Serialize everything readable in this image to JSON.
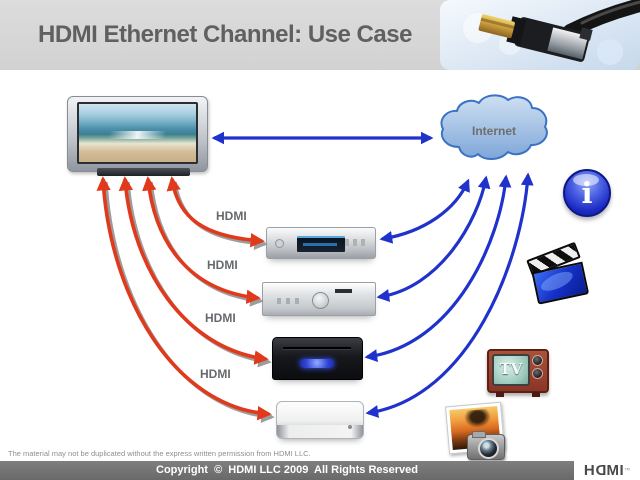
{
  "header": {
    "title": "HDMI Ethernet Channel: Use Case",
    "image": "hdmi-cable-connector-photo"
  },
  "diagram": {
    "internet_label": "Internet",
    "hdmi_labels": [
      "HDMI",
      "HDMI",
      "HDMI",
      "HDMI"
    ],
    "retro_tv_label": "TV",
    "info_glyph": "i",
    "device_icons": [
      "flat-panel-tv",
      "disc-player",
      "av-receiver",
      "game-console",
      "media-box"
    ],
    "content_icons": [
      "info-icon",
      "movie-clapper-icon",
      "retro-tv-icon",
      "photo-camera-icon"
    ],
    "colors": {
      "hdmi_arrow": "#e0391b",
      "hdmi_arrow_shadow": "#8c8c8c",
      "ethernet_arrow": "#1f32cc",
      "cloud_fill_top": "#c6d9ee",
      "cloud_fill_bottom": "#7ea6d8",
      "cloud_border": "#3a72c4",
      "header_bg": "#d2d2d2",
      "footer_bar": "#6f6f6f"
    }
  },
  "footer": {
    "disclaimer": "The material may not be duplicated without the express written permission from HDMI LLC.",
    "copyright": "Copyright  ©  HDMI LLC 2009  All Rights Reserved",
    "logo_letters": [
      "H",
      "D",
      "M",
      "I"
    ],
    "logo_tm": "™"
  }
}
